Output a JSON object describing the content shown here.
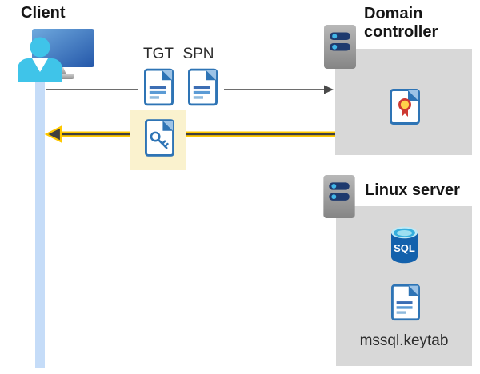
{
  "diagram": {
    "title_context": "Kerberos ticket flow between client, domain controller and Linux server",
    "client": {
      "label": "Client"
    },
    "tickets": {
      "tgt_label": "TGT",
      "spn_label": "SPN"
    },
    "domain_controller": {
      "label": "Domain\ncontroller"
    },
    "linux_server": {
      "label": "Linux server",
      "sql_icon_text": "SQL",
      "keytab_label": "mssql.keytab"
    },
    "colors": {
      "arrow_yellow": "#ffc800",
      "arrow_dark": "#3f3f3f",
      "request_arrow_gray": "#5a5a5a",
      "highlight_yellow": "#faf2ce",
      "container_gray": "#d8d8d8",
      "document_blue": "#2e74b5",
      "timeline_blue": "#c5dcf8",
      "person_cyan": "#3fc4e9",
      "monitor_blue": "#2c62b0",
      "server_bar_navy": "#1e3a6e",
      "server_dot_blue": "#41b6e8",
      "certificate_red": "#ce3a32",
      "certificate_gold": "#ffd24a",
      "sql_cylinder_blue": "#1361ac"
    }
  }
}
